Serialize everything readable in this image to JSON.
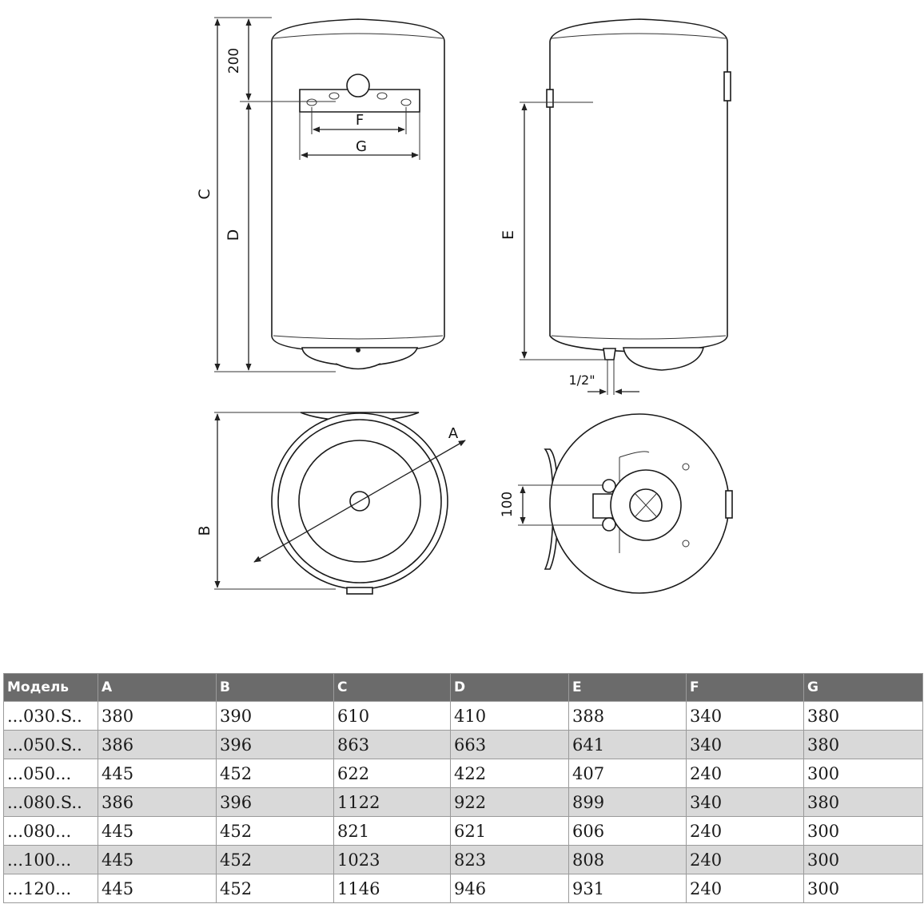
{
  "labels": {
    "dim_200": "200",
    "dim_c": "C",
    "dim_d": "D",
    "dim_f": "F",
    "dim_g": "G",
    "dim_e": "E",
    "dim_half_inch": "1/2\"",
    "dim_a": "A",
    "dim_b": "B",
    "dim_100": "100"
  },
  "table": {
    "headers": [
      "Модель",
      "A",
      "B",
      "C",
      "D",
      "E",
      "F",
      "G"
    ],
    "rows": [
      [
        "...030.S..",
        "380",
        "390",
        "610",
        "410",
        "388",
        "340",
        "380"
      ],
      [
        "...050.S..",
        "386",
        "396",
        "863",
        "663",
        "641",
        "340",
        "380"
      ],
      [
        "...050...",
        "445",
        "452",
        "622",
        "422",
        "407",
        "240",
        "300"
      ],
      [
        "...080.S..",
        "386",
        "396",
        "1122",
        "922",
        "899",
        "340",
        "380"
      ],
      [
        "...080...",
        "445",
        "452",
        "821",
        "621",
        "606",
        "240",
        "300"
      ],
      [
        "...100...",
        "445",
        "452",
        "1023",
        "823",
        "808",
        "240",
        "300"
      ],
      [
        "...120...",
        "445",
        "452",
        "1146",
        "946",
        "931",
        "240",
        "300"
      ]
    ]
  }
}
